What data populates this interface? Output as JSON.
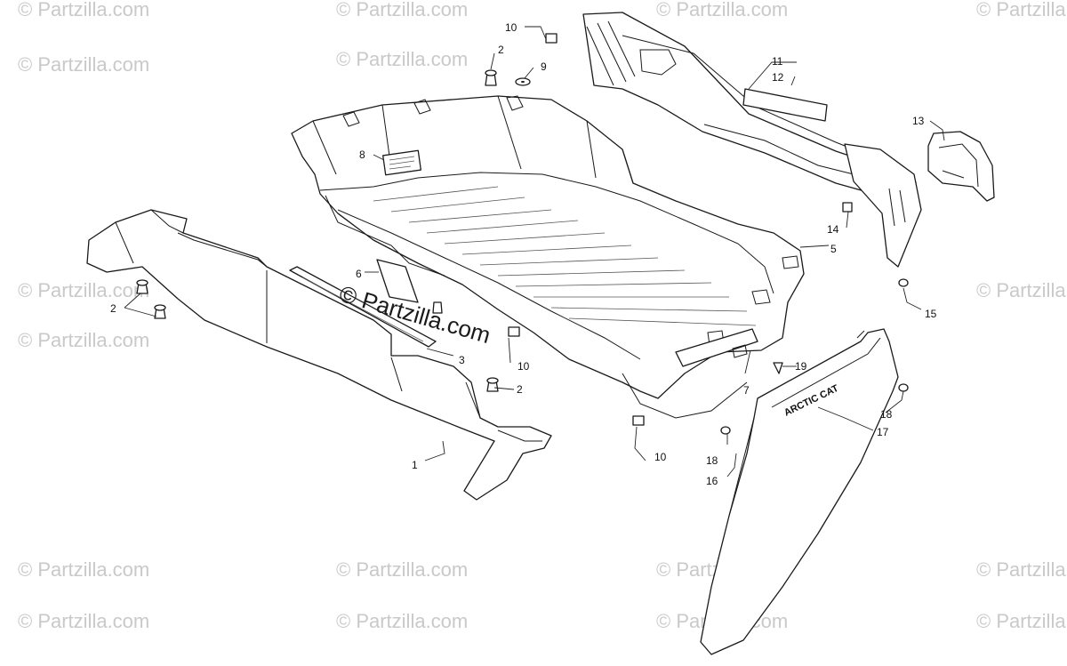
{
  "watermark": "© Partzilla.com",
  "center_watermark": "© Partzilla.com",
  "tailgate_logo": "ARCTIC CAT",
  "callouts": {
    "c1": "1",
    "c2a": "2",
    "c2b": "2",
    "c2c": "2",
    "c3": "3",
    "c5": "5",
    "c6": "6",
    "c7": "7",
    "c8": "8",
    "c9": "9",
    "c10a": "10",
    "c10b": "10",
    "c10c": "10",
    "c11": "11",
    "c12": "12",
    "c13": "13",
    "c14": "14",
    "c15": "15",
    "c16": "16",
    "c17": "17",
    "c18a": "18",
    "c18b": "18",
    "c19": "19"
  }
}
